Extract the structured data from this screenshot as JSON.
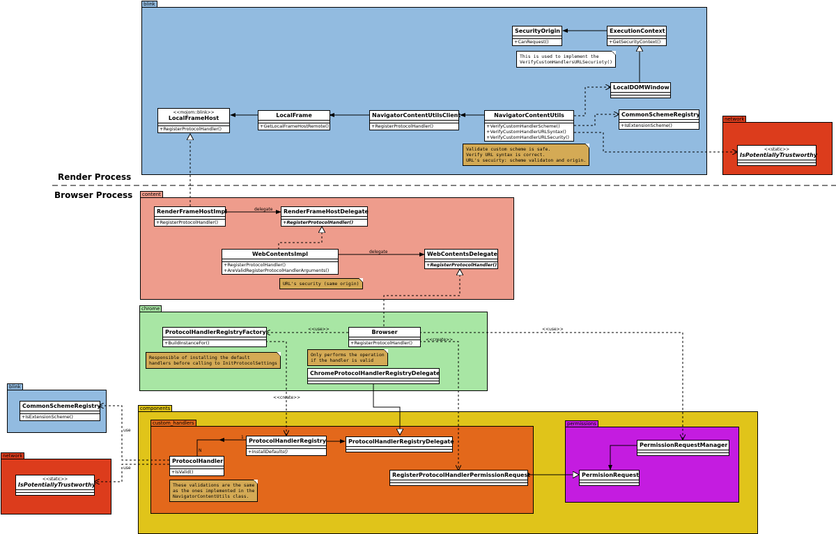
{
  "processes": {
    "render": "Render Process",
    "browser": "Browser Process"
  },
  "packages": {
    "blink_top": "blink",
    "network_top": "network",
    "content": "content",
    "chrome": "chrome",
    "blink_left": "blink",
    "network_left": "network",
    "components": "components",
    "custom_handlers": "custom_handlers",
    "permissions": "permissions"
  },
  "classes": {
    "security_origin": {
      "name": "SecurityOrigin",
      "ops": [
        "+CanRequest()"
      ]
    },
    "execution_context": {
      "name": "ExecutionContext",
      "ops": [
        "+GetSecurityContext()"
      ]
    },
    "local_dom_window": {
      "name": "LocalDOMWindow"
    },
    "local_frame_host": {
      "stereo": "<<mojom::blink>>",
      "name": "LocalFrameHost",
      "ops": [
        "+RegisterProtocolHandler()"
      ]
    },
    "local_frame": {
      "name": "LocalFrame",
      "ops": [
        "+GetLocalFrameHostRemote()"
      ]
    },
    "navigator_content_utils_client": {
      "name": "NavigatorContentUtilsClient",
      "ops": [
        "+RegisterProtocolHandler()"
      ]
    },
    "navigator_content_utils": {
      "name": "NavigatorContentUtils",
      "ops": [
        "+VerifyCustomHandlerScheme()",
        "+VerifyCustomHandlerURLSyntax()",
        "+VerifyCustomHandlerURLSecurity()"
      ]
    },
    "common_scheme_registry_top": {
      "name": "CommonSchemeRegistry",
      "ops": [
        "+IsExtensionScheme()"
      ]
    },
    "is_potentially_trustworthy_top": {
      "stereo": "<<static>>",
      "name": "IsPotentiallyTrustworthy"
    },
    "render_frame_host_impl": {
      "name": "RenderFrameHostImpl",
      "ops": [
        "+RegisterProtocolHandler()"
      ]
    },
    "render_frame_host_delegate": {
      "name": "RenderFrameHostDelegate",
      "ops": [
        "+RegisterProtocolHandler()"
      ]
    },
    "web_contents_impl": {
      "name": "WebContentsImpl",
      "ops": [
        "+RegisterProtocolHandler()",
        "+AreValidRegisterProtocolHandlerArguments()"
      ]
    },
    "web_contents_delegate": {
      "name": "WebContentsDelegate",
      "ops": [
        "+RegisterProtocolHandler()"
      ]
    },
    "protocol_handler_registry_factory": {
      "name": "ProtocolHandlerRegistryFactory",
      "ops": [
        "+BuildInstanceFor()"
      ]
    },
    "browser": {
      "name": "Browser",
      "ops": [
        "+RegisterProtocolHandler()"
      ]
    },
    "chrome_protocol_handler_registry_delegate": {
      "name": "ChromeProtocolHandlerRegistryDelegate"
    },
    "common_scheme_registry_left": {
      "name": "CommonSchemeRegistry",
      "ops": [
        "+IsExtensionScheme()"
      ]
    },
    "is_potentially_trustworthy_left": {
      "stereo": "<<static>>",
      "name": "IsPotentiallyTrustworthy"
    },
    "protocol_handler_registry": {
      "name": "ProtocolHandlerRegistry",
      "ops": [
        "+InstallDefaults()"
      ]
    },
    "protocol_handler_registry_delegate": {
      "name": "ProtocolHandlerRegistryDelegate"
    },
    "protocol_handler": {
      "name": "ProtocolHandler",
      "ops": [
        "+IsValid()"
      ]
    },
    "register_protocol_handler_permission_request": {
      "name": "RegisterProtocolHandlerPermissionRequest"
    },
    "permission_request_manager": {
      "name": "PermissionRequestManager"
    },
    "permision_request": {
      "name": "PermisionRequest"
    }
  },
  "notes": {
    "verify_security": "This is used to implement the\nVerifyCustomHandlersURLSecurioty()",
    "validate_scheme": "Validate custom scheme is safe.\nVerify URL syntax is correct.\nURL's secuirty: scheme validaton and origin.",
    "urls_security": "URL's security (same origin)",
    "responsible": "Responsible of installing the default\nhandlers before calling to InitProtocolSettings",
    "only_performs": "Only performs the operation\nif the handler is valid",
    "validations_same": "These validations are the same\nas the ones implemented in the\nNavigatorContentUtils class."
  },
  "edge_labels": {
    "delegate_1": "delegate",
    "delegate_2": "delegate",
    "use_1": "<<use>>",
    "use_2": "<<use>>",
    "create_1": "<<create>>",
    "create_2": "<<create>>",
    "use_left_1": "use",
    "use_left_2": "use",
    "mult_n": "N",
    "mult_1": "1"
  },
  "colors": {
    "blink": "#92bbe0",
    "network": "#dc3c1c",
    "content": "#ee9c8c",
    "chrome": "#a8e6a4",
    "components": "#e0c41a",
    "custom_handlers": "#e3681b",
    "permissions": "#c41ce0",
    "note": "#d4aa55"
  }
}
